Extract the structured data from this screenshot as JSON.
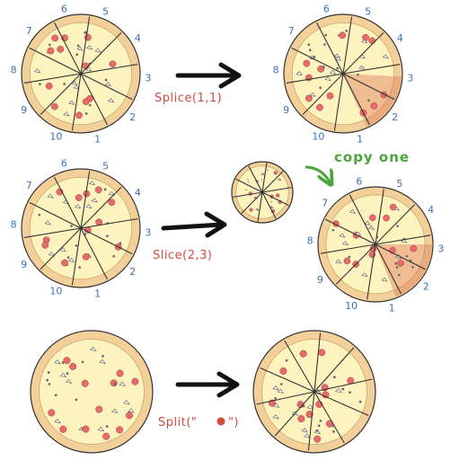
{
  "colors": {
    "crust": "#f3cf9a",
    "cheese": "#fdf3bf",
    "pepperoni": "#e96a6a",
    "outline": "#333333",
    "number": "#3b6fb6",
    "highlight": "#e07c5c",
    "label_red": "#d24a3f",
    "label_green": "#4aa53a",
    "arrow": "#111111"
  },
  "slice_numbers": [
    "1",
    "2",
    "3",
    "4",
    "5",
    "6",
    "7",
    "8",
    "9",
    "10"
  ],
  "labels": {
    "splice": "Splice(1,1)",
    "slice": "Slice(2,3)",
    "split": "Split(\"",
    "split_end": "\")",
    "copy": "copy one"
  }
}
